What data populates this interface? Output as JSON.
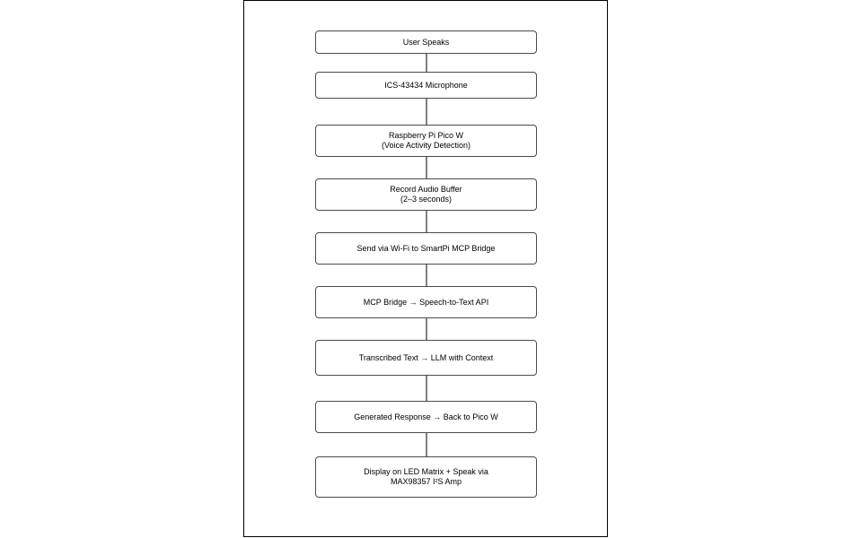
{
  "flowchart": {
    "steps": [
      {
        "lines": [
          "User Speaks"
        ]
      },
      {
        "lines": [
          "ICS-43434 Microphone"
        ]
      },
      {
        "lines": [
          "Raspberry Pi Pico W",
          "(Voice Activity Detection)"
        ]
      },
      {
        "lines": [
          "Record Audio Buffer",
          "(2–3 seconds)"
        ]
      },
      {
        "lines": [
          "Send via Wi-Fi to SmartPi MCP Bridge"
        ]
      },
      {
        "lines": [
          "MCP Bridge → Speech-to-Text API"
        ]
      },
      {
        "lines": [
          "Transcribed Text → LLM with Context"
        ]
      },
      {
        "lines": [
          "Generated Response → Back to Pico W"
        ]
      },
      {
        "lines": [
          "Display on LED Matrix + Speak via",
          "MAX98357 I²S Amp"
        ]
      }
    ],
    "colors": {
      "box_border": "#4a4a4a",
      "connector": "#000000",
      "frame": "#000000",
      "background": "#ffffff"
    }
  }
}
